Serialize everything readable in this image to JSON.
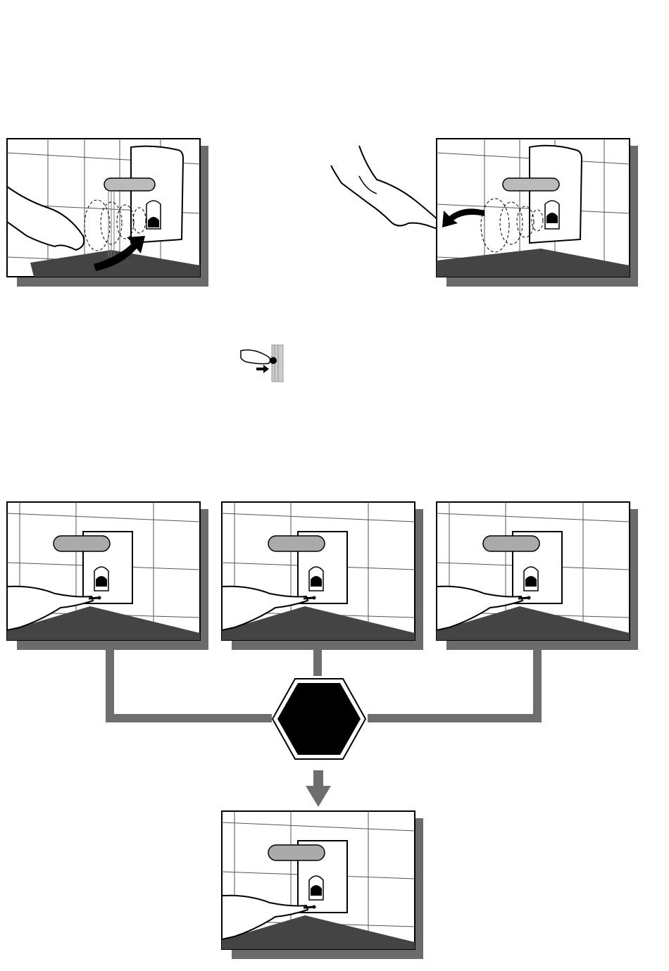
{
  "page": {
    "background": "#ffffff",
    "ink": "#000000",
    "shadow": "#6b6b6b",
    "connector": "#6e6e6e"
  },
  "panels": [
    {
      "id": "p1",
      "icon": "hand-sensor-activation-illustration",
      "arrow": "curved-arrow-toward-sensor"
    },
    {
      "id": "p2",
      "icon": "hand-wave-off-illustration",
      "arrow": "curved-arrow-away-from-sensor"
    },
    {
      "id": "p3",
      "icon": "finger-press-button-illustration"
    },
    {
      "id": "p4",
      "icon": "finger-press-button-illustration"
    },
    {
      "id": "p5",
      "icon": "finger-press-button-illustration"
    },
    {
      "id": "p6",
      "icon": "finger-press-button-illustration"
    }
  ],
  "small_icon": "finger-press-small-icon",
  "hexagon": {
    "color": "#000000",
    "icon": "stop-hexagon-icon"
  }
}
